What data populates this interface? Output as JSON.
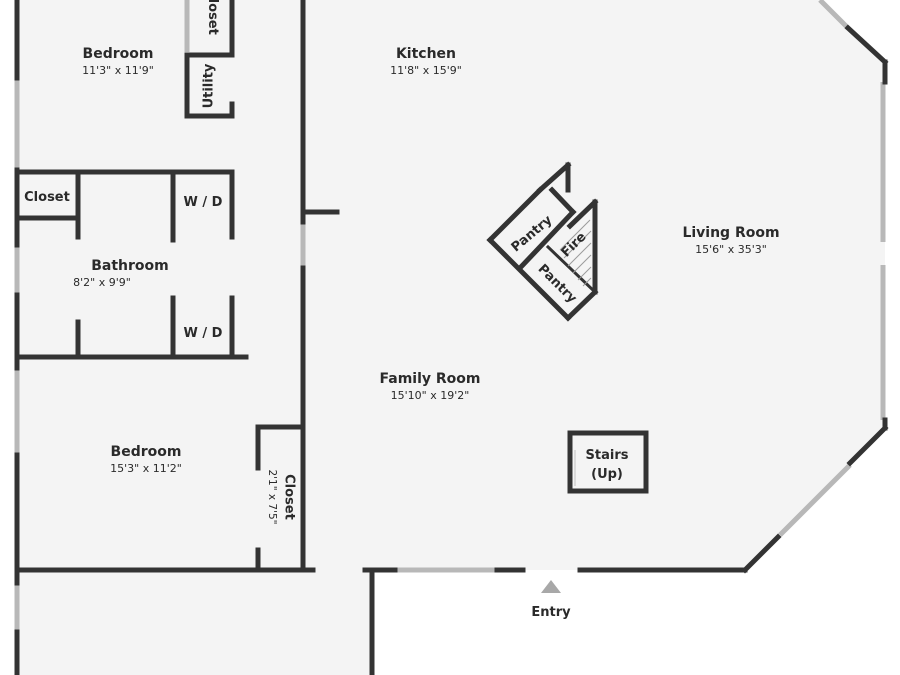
{
  "rooms": {
    "bedroom_top": {
      "name": "Bedroom",
      "dims": "11'3\" x 11'9\""
    },
    "closet_top": {
      "name": "Closet"
    },
    "utility": {
      "name": "Utility"
    },
    "closet_left": {
      "name": "Closet"
    },
    "wd_top": {
      "name": "W / D"
    },
    "wd_bottom": {
      "name": "W / D"
    },
    "bathroom": {
      "name": "Bathroom",
      "dims": "8'2\" x 9'9\""
    },
    "bedroom_bottom": {
      "name": "Bedroom",
      "dims": "15'3\" x 11'2\""
    },
    "closet_bottom": {
      "name": "Closet",
      "dims": "2'1\" x 7'5\""
    },
    "kitchen": {
      "name": "Kitchen",
      "dims": "11'8\" x 15'9\""
    },
    "living_room": {
      "name": "Living Room",
      "dims": "15'6\" x 35'3\""
    },
    "family_room": {
      "name": "Family Room",
      "dims": "15'10\" x 19'2\""
    },
    "pantry_1": {
      "name": "Pantry"
    },
    "pantry_2": {
      "name": "Pantry"
    },
    "fire": {
      "name": "Fire"
    },
    "stairs": {
      "line1": "Stairs",
      "line2": "(Up)"
    },
    "entry": {
      "name": "Entry"
    }
  },
  "colors": {
    "floor": "#f4f4f4",
    "wall": "#333333",
    "window": "#b8b8b8",
    "entry_arrow": "#a8a8a8"
  }
}
